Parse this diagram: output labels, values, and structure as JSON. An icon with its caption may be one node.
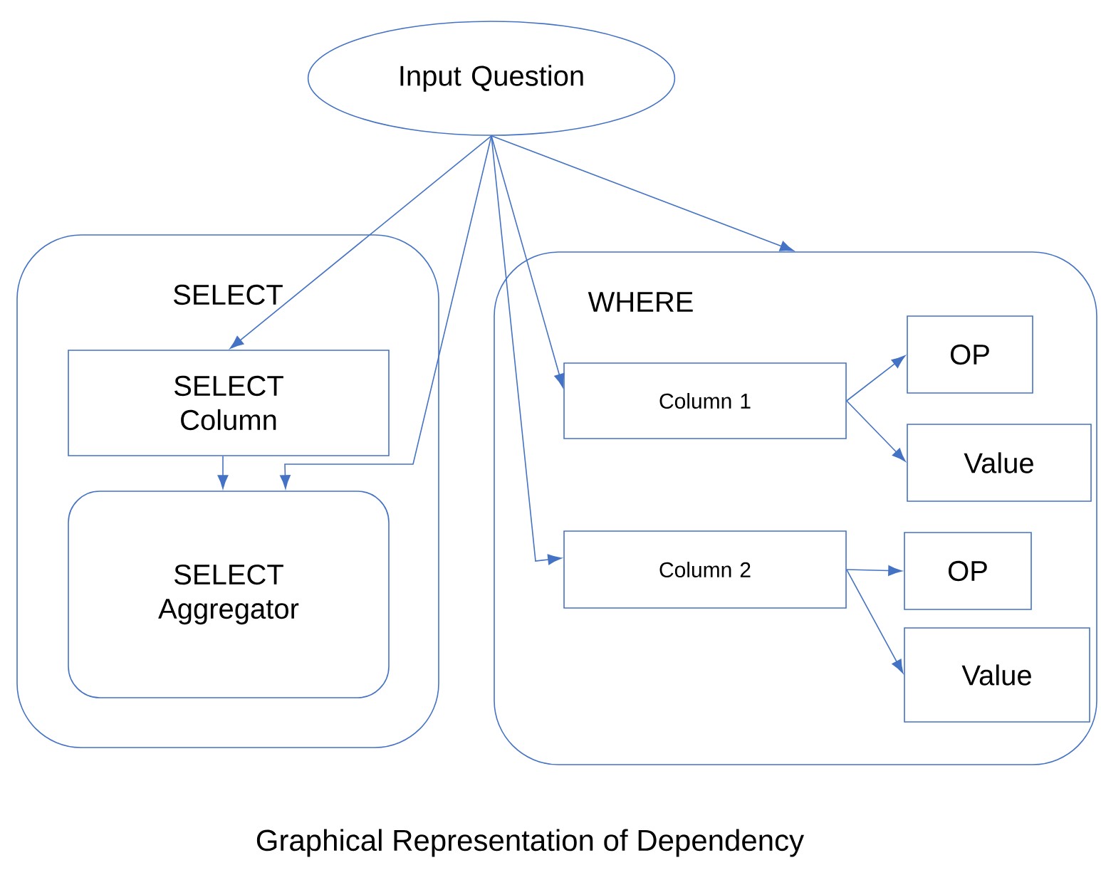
{
  "diagram": {
    "caption": "Graphical Representation of Dependency",
    "nodes": [
      {
        "text": [
          "Input Question"
        ]
      },
      {
        "text": [
          "SELECT"
        ]
      },
      {
        "text": [
          "SELECT Column"
        ],
        "in": 1
      },
      {
        "text": [
          "SELECT Aggregator"
        ],
        "in": 1
      },
      {
        "text": [
          "WHERE"
        ]
      },
      {
        "text": [
          "Column 1"
        ],
        "in": 4
      },
      {
        "text": [
          "OP"
        ],
        "in": 4
      },
      {
        "text": [
          "Value"
        ],
        "in": 4
      },
      {
        "text": [
          "Column 2"
        ],
        "in": 4
      },
      {
        "text": [
          "OP"
        ],
        "in": 4
      },
      {
        "text": [
          "Value"
        ],
        "in": 4
      }
    ],
    "edges": [
      {
        "from": 0,
        "to": 4,
        "arrow": "to"
      },
      {
        "from": 0,
        "to": 2,
        "arrow": "to"
      },
      {
        "from": 0,
        "to": 3,
        "arrow": "to"
      },
      {
        "from": 2,
        "to": 3,
        "arrow": "to"
      },
      {
        "from": 0,
        "to": 5,
        "arrow": "to"
      },
      {
        "from": 0,
        "to": 8,
        "arrow": "to"
      },
      {
        "from": 5,
        "to": 6,
        "arrow": "to"
      },
      {
        "from": 5,
        "to": 7,
        "arrow": "to"
      },
      {
        "from": 8,
        "to": 9,
        "arrow": "to"
      },
      {
        "from": 8,
        "to": 10,
        "arrow": "to"
      }
    ]
  }
}
